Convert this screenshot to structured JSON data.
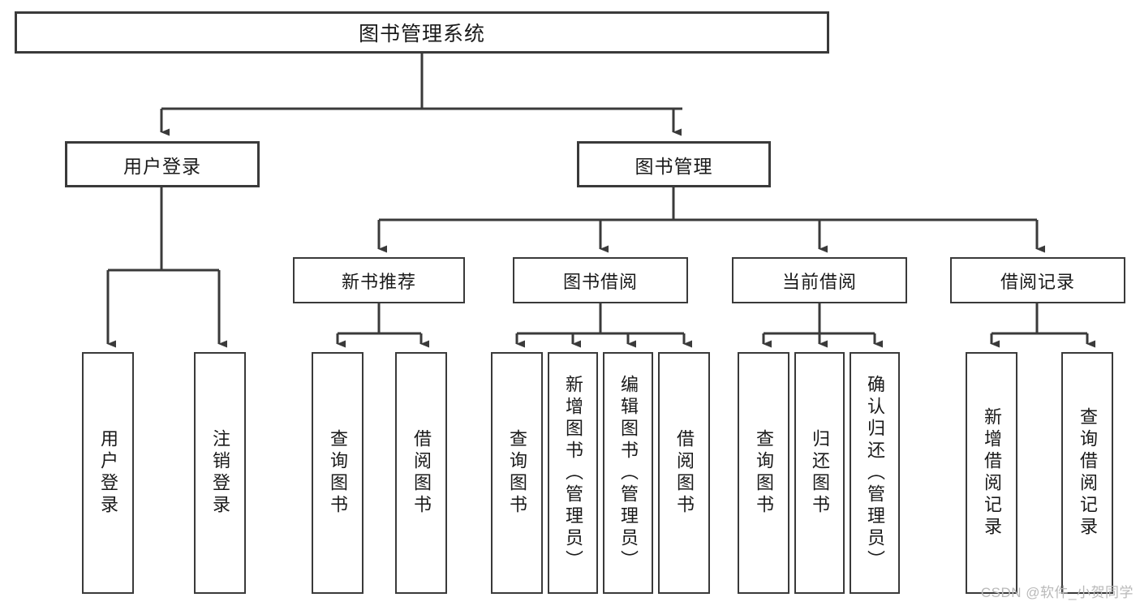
{
  "diagram": {
    "title": "图书管理系统",
    "watermark": "CSDN @软件_小贺同学",
    "colors": {
      "stroke": "#3a3a3a",
      "background": "#ffffff",
      "text": "#1a1a1a",
      "watermark": "#b9b9b9"
    },
    "root": {
      "label": "图书管理系统"
    },
    "level1": [
      {
        "label": "用户登录"
      },
      {
        "label": "图书管理"
      }
    ],
    "level2": [
      {
        "label": "新书推荐"
      },
      {
        "label": "图书借阅"
      },
      {
        "label": "当前借阅"
      },
      {
        "label": "借阅记录"
      }
    ],
    "leaves": {
      "user_login": [
        {
          "label": "用户登录"
        },
        {
          "label": "注销登录"
        }
      ],
      "new_book": [
        {
          "label": "查询图书"
        },
        {
          "label": "借阅图书"
        }
      ],
      "book_borrow": [
        {
          "label": "查询图书"
        },
        {
          "label": "新增图书（管理员）"
        },
        {
          "label": "编辑图书（管理员）"
        },
        {
          "label": "借阅图书"
        }
      ],
      "current_borrow": [
        {
          "label": "查询图书"
        },
        {
          "label": "归还图书"
        },
        {
          "label": "确认归还（管理员）"
        }
      ],
      "borrow_record": [
        {
          "label": "新增借阅记录"
        },
        {
          "label": "查询借阅记录"
        }
      ]
    }
  }
}
